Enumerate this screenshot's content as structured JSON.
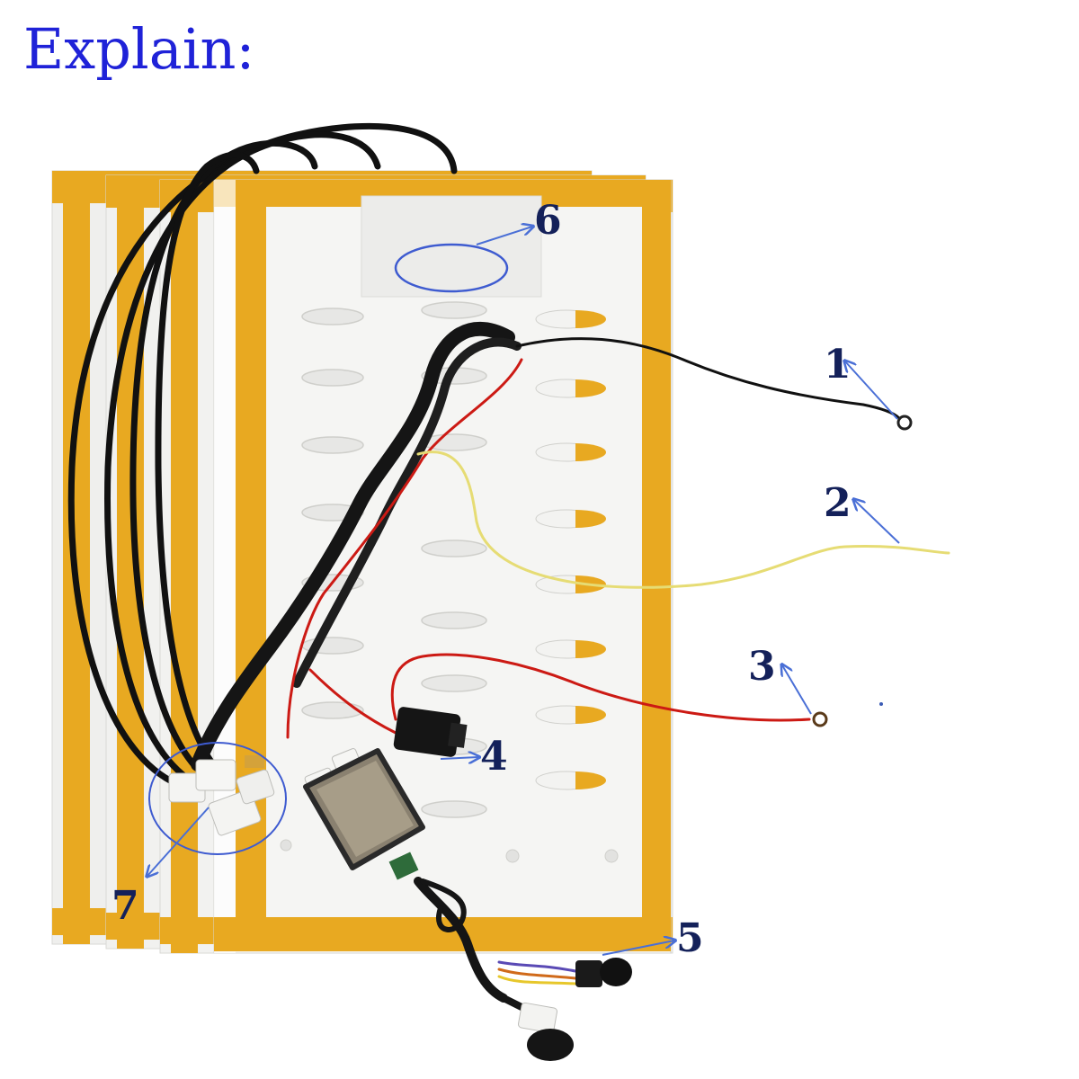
{
  "title": "Explain:",
  "callouts": [
    {
      "id": "1",
      "label": "1"
    },
    {
      "id": "2",
      "label": "2"
    },
    {
      "id": "3",
      "label": "3"
    },
    {
      "id": "4",
      "label": "4"
    },
    {
      "id": "5",
      "label": "5"
    },
    {
      "id": "6",
      "label": "6"
    },
    {
      "id": "7",
      "label": "7"
    }
  ],
  "colors": {
    "title": "#1f22d8",
    "callout_number": "#14215a",
    "arrow": "#4a6fd6",
    "tape": "#e8a921",
    "pad": "#f4f4f2",
    "cable": "#111111"
  }
}
